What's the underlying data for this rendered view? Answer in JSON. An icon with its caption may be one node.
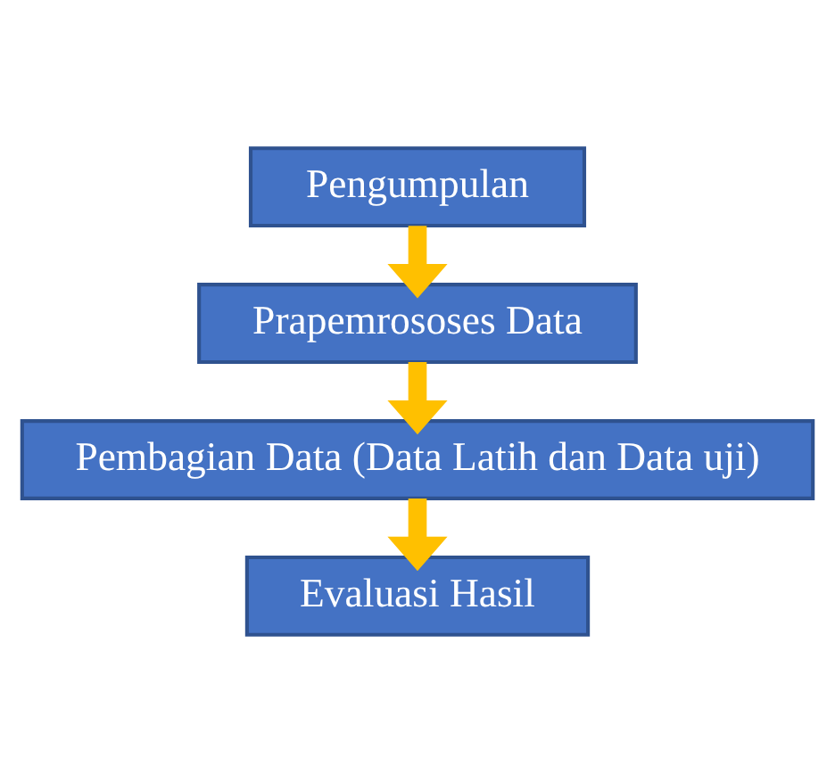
{
  "diagram": {
    "nodes": [
      {
        "text": [
          "Pengumpulan"
        ]
      },
      {
        "text": [
          "Prapemrososes Data"
        ]
      },
      {
        "text": [
          "Pembagian Data (Data Latih dan Data uji)"
        ]
      },
      {
        "text": [
          "Evaluasi Hasil"
        ]
      }
    ],
    "edges": [
      {
        "from": 0,
        "to": 1,
        "arrow": "to"
      },
      {
        "from": 1,
        "to": 2,
        "arrow": "to"
      },
      {
        "from": 2,
        "to": 3,
        "arrow": "to"
      }
    ]
  }
}
